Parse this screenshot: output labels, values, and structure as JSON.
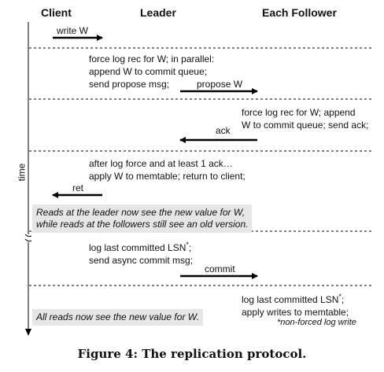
{
  "headers": {
    "client": "Client",
    "leader": "Leader",
    "follower": "Each Follower"
  },
  "time_label": "time",
  "steps": {
    "write": "write W",
    "leader1": [
      "force log rec for W; in parallel:",
      "append W to commit queue;",
      "send propose msg;"
    ],
    "propose": "propose W",
    "follower1": [
      "force log rec for W; append",
      "W to commit queue; send ack;"
    ],
    "ack": "ack",
    "leader2": [
      "after log force and at least 1 ack…",
      "apply W to memtable; return to client;"
    ],
    "ret": "ret",
    "note1": [
      "Reads at the leader now see the new value for W,",
      "while reads at the followers still see an old version."
    ],
    "leader3_line1_main": "log last committed LSN",
    "leader3_line2": "send async commit msg;",
    "commit": "commit",
    "follower2_line1_main": "log last committed LSN",
    "follower2_line2": "apply writes to memtable;",
    "asterisk": "*",
    "note2": "All reads now see the new value for W.",
    "footnote": "non-forced log write"
  },
  "caption": "Figure 4: The replication protocol."
}
